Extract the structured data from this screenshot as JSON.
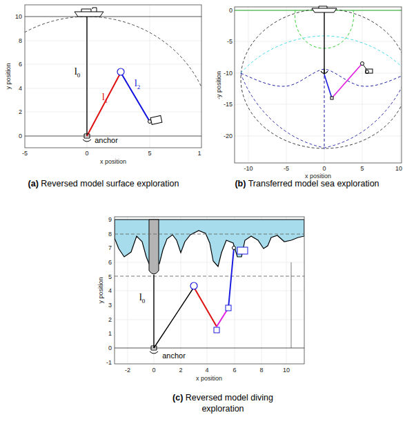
{
  "diagram": {
    "labels": [
      "l0",
      "l1",
      "l2",
      "anchor",
      "0",
      "2",
      "4",
      "6",
      "8",
      "10",
      "-5",
      "0",
      "5",
      "1",
      "x position",
      "y position",
      "(a) Reversed model surface exploration",
      "0",
      "-5",
      "-10",
      "-15",
      "-20",
      "-10",
      "-5",
      "0",
      "5",
      "10",
      "x position",
      "-y position",
      "(b) Transferred model sea exploration",
      "l0",
      "anchor",
      "-1",
      "0",
      "1",
      "2",
      "3",
      "4",
      "5",
      "6",
      "7",
      "8",
      "9",
      "-2",
      "0",
      "2",
      "4",
      "6",
      "8",
      "10",
      "x position",
      "y position",
      "(c) Reversed model diving exploration"
    ]
  }
}
